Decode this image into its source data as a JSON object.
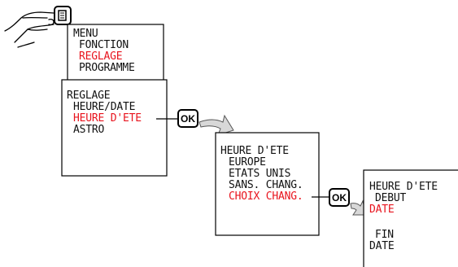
{
  "colors": {
    "highlight": "#e8141e",
    "text": "#111111",
    "stroke": "#000000"
  },
  "screens": {
    "menu": {
      "title": "MENU",
      "items": [
        "FONCTION",
        "REGLAGE",
        "PROGRAMME"
      ],
      "selected_index": 1
    },
    "reglage": {
      "title": "REGLAGE",
      "items": [
        "HEURE/DATE",
        "HEURE D'ETE",
        "ASTRO"
      ],
      "selected_index": 1
    },
    "heure_ete": {
      "title": "HEURE D'ETE",
      "items": [
        "EUROPE",
        "ETATS UNIS",
        "SANS. CHANG.",
        "CHOIX CHANG."
      ],
      "selected_index": 3
    },
    "choix": {
      "title": "HEURE D'ETE",
      "lines": [
        "DEBUT",
        "DATE",
        "FIN",
        "DATE"
      ],
      "highlighted_index": 1
    }
  },
  "buttons": {
    "ok_label": "OK"
  },
  "icons": {
    "hand": "hand-pressing-menu-button-icon",
    "menu_button": "menu-button-icon",
    "arrow": "curved-arrow-icon"
  }
}
